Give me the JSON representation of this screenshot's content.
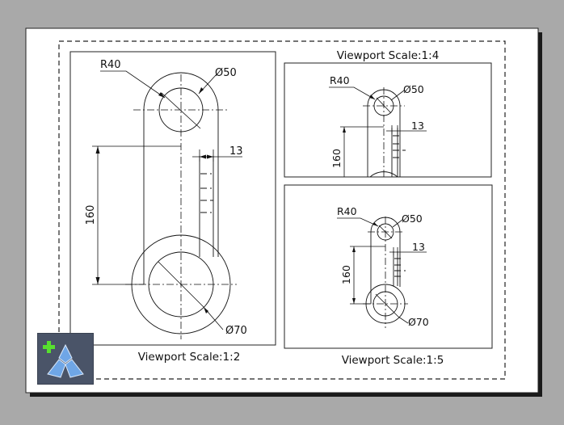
{
  "viewports": {
    "main": {
      "caption": "Viewport Scale:1:2",
      "r_label": "R40",
      "d_small": "Ø50",
      "d_large": "Ø70",
      "length": "160",
      "width": "13"
    },
    "top_right": {
      "caption": "Viewport Scale:1:4",
      "r_label": "R40",
      "d_small": "Ø50",
      "length": "160",
      "width": "13"
    },
    "bottom_right": {
      "caption": "Viewport Scale:1:5",
      "r_label": "R40",
      "d_small": "Ø50",
      "d_large": "Ø70",
      "length": "160",
      "width": "13"
    }
  },
  "app_icon": {
    "name": "layout-app-icon",
    "accent_color": "#57e02f",
    "primary_color": "#6fa6e6"
  }
}
